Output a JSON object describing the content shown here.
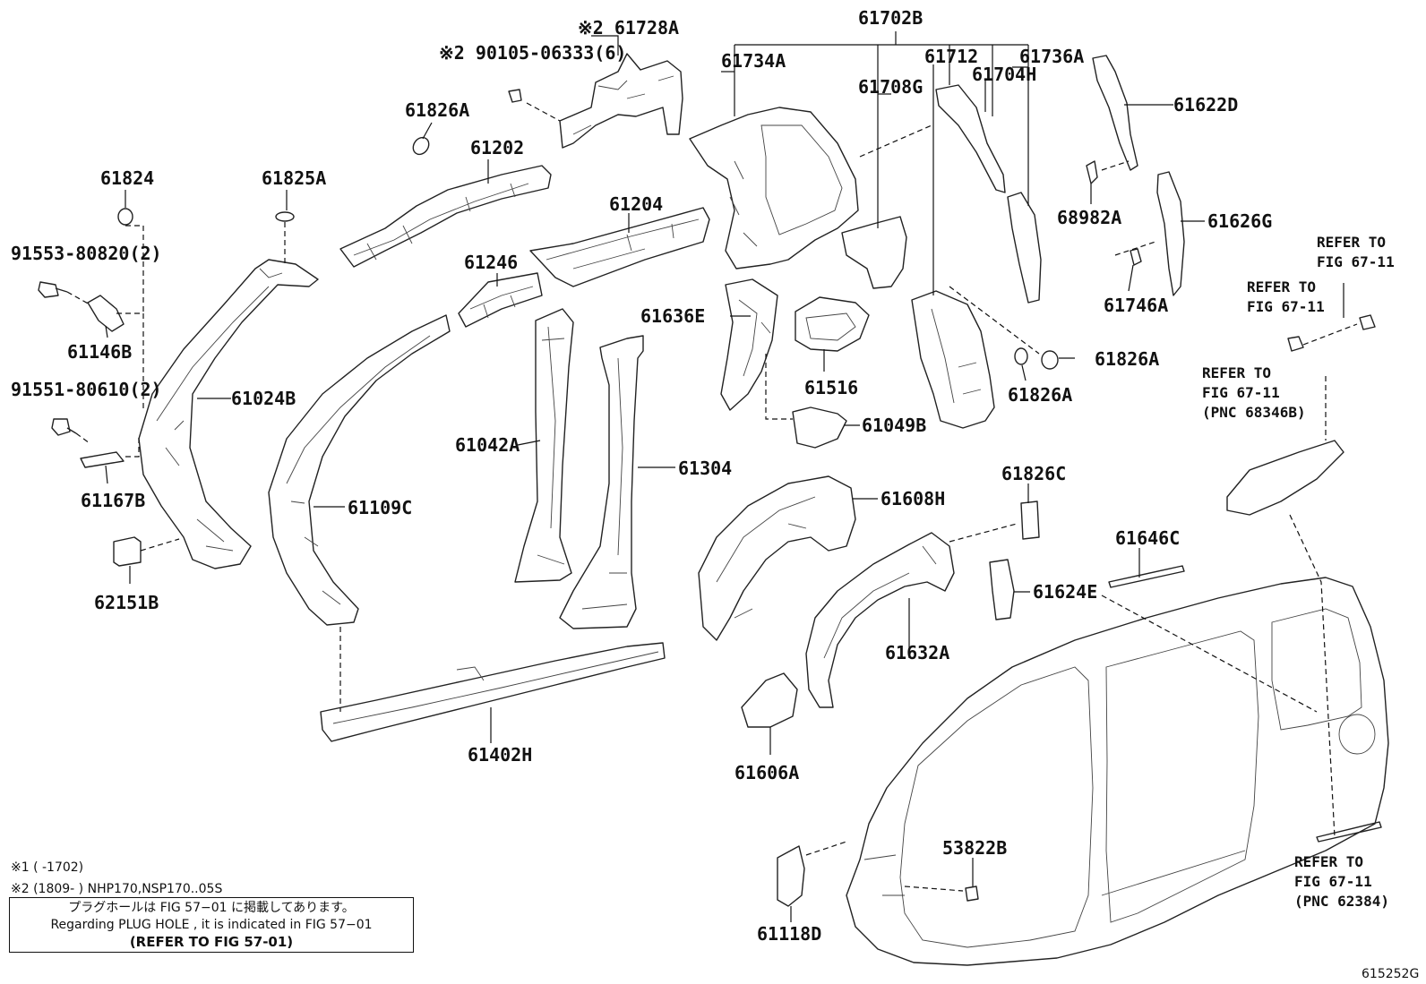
{
  "labels": {
    "p61702B": "61702B",
    "p61728A": "※2 61728A",
    "p90105": "※2 90105-06333(6)",
    "p61734A": "61734A",
    "p61712": "61712",
    "p61736A": "61736A",
    "p61708G": "61708G",
    "p61704H": "61704H",
    "p61826A_top": "61826A",
    "p61202": "61202",
    "p61622D": "61622D",
    "p61824": "61824",
    "p61825A": "61825A",
    "p68982A": "68982A",
    "p61626G": "61626G",
    "p91553": "91553-80820(2)",
    "p61204": "61204",
    "p61246": "61246",
    "p61746A": "61746A",
    "p61146B": "61146B",
    "p61636E": "61636E",
    "p61826A_r": "61826A",
    "p61826A_r2": "61826A",
    "p91551": "91551-80610(2)",
    "p61024B": "61024B",
    "p61516": "61516",
    "p61049B": "61049B",
    "p61042A": "61042A",
    "p61304": "61304",
    "p61167B": "61167B",
    "p61109C": "61109C",
    "p61608H": "61608H",
    "p61826C": "61826C",
    "p62151B": "62151B",
    "p61646C": "61646C",
    "p61624E": "61624E",
    "p61632A": "61632A",
    "p61402H": "61402H",
    "p61606A": "61606A",
    "p53822B": "53822B",
    "p61118D": "61118D"
  },
  "refers": {
    "r1": [
      "REFER TO",
      "FIG 67-11"
    ],
    "r2": [
      "REFER TO",
      "FIG 67-11"
    ],
    "r3": [
      "REFER TO",
      "FIG 67-11",
      "(PNC 68346B)"
    ],
    "r4": [
      "REFER TO",
      "FIG 67-11",
      "(PNC 62384)"
    ]
  },
  "footnotes": {
    "n1": "※1 (     -1702)",
    "n2": "※2 (1809-     ) NHP170,NSP170..05S"
  },
  "note_box": {
    "line_jp": "プラグホールは FIG 57−01 に掲載してあります。",
    "line_en": "Regarding PLUG HOLE , it is indicated in FIG 57−01",
    "line_ref": "(REFER TO FIG 57-01)"
  },
  "figure_code": "615252G"
}
